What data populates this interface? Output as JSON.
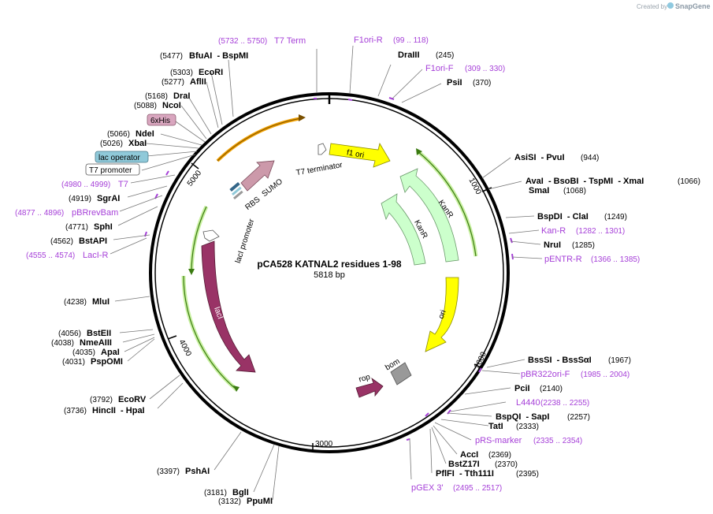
{
  "credit": {
    "created_by": "Created by",
    "brand": "SnapGene"
  },
  "plasmid": {
    "name": "pCA528 KATNAL2 residues 1-98",
    "size": "5818 bp",
    "length": 5818
  },
  "ticks": [
    "1000",
    "2000",
    "3000",
    "4000",
    "5000"
  ],
  "enzymes_right": [
    {
      "name": "DraIII",
      "pos": "(245)"
    },
    {
      "name": "PsiI",
      "pos": "(370)"
    },
    {
      "name": "AsiSI  - PvuI",
      "pos": "(944)"
    },
    {
      "name": "AvaI  - BsoBI  - TspMI  - XmaI",
      "pos": "(1066)"
    },
    {
      "name": "SmaI",
      "pos": "(1068)"
    },
    {
      "name": "BspDI  - ClaI",
      "pos": "(1249)"
    },
    {
      "name": "NruI",
      "pos": "(1285)"
    },
    {
      "name": "BssSI  - BssSαI",
      "pos": "(1967)"
    },
    {
      "name": "PciI",
      "pos": "(2140)"
    },
    {
      "name": "BspQI  - SapI",
      "pos": "(2257)"
    },
    {
      "name": "TatI",
      "pos": "(2333)"
    },
    {
      "name": "AccI",
      "pos": "(2369)"
    },
    {
      "name": "BstZ17I",
      "pos": "(2370)"
    },
    {
      "name": "PflFI  - Tth111I",
      "pos": "(2395)"
    }
  ],
  "enzymes_left": [
    {
      "name": "BfuAI  - BspMI",
      "pos": "(5477)"
    },
    {
      "name": "EcoRI",
      "pos": "(5303)"
    },
    {
      "name": "AflII",
      "pos": "(5277)"
    },
    {
      "name": "DraI",
      "pos": "(5168)"
    },
    {
      "name": "NcoI",
      "pos": "(5088)"
    },
    {
      "name": "NdeI",
      "pos": "(5066)"
    },
    {
      "name": "XbaI",
      "pos": "(5026)"
    },
    {
      "name": "SgrAI",
      "pos": "(4919)"
    },
    {
      "name": "SphI",
      "pos": "(4771)"
    },
    {
      "name": "BstAPI",
      "pos": "(4562)"
    },
    {
      "name": "MluI",
      "pos": "(4238)"
    },
    {
      "name": "BstEII",
      "pos": "(4056)"
    },
    {
      "name": "NmeAIII",
      "pos": "(4038)"
    },
    {
      "name": "ApaI",
      "pos": "(4035)"
    },
    {
      "name": "PspOMI",
      "pos": "(4031)"
    },
    {
      "name": "EcoRV",
      "pos": "(3792)"
    },
    {
      "name": "HincII  - HpaI",
      "pos": "(3736)"
    },
    {
      "name": "PshAI",
      "pos": "(3397)"
    },
    {
      "name": "BglI",
      "pos": "(3181)"
    },
    {
      "name": "PpuMI",
      "pos": "(3132)"
    }
  ],
  "primers": [
    {
      "name": "T7 Term",
      "pos": "(5732 .. 5750)"
    },
    {
      "name": "F1ori-R",
      "pos": "(99 .. 118)"
    },
    {
      "name": "F1ori-F",
      "pos": "(309 .. 330)"
    },
    {
      "name": "Kan-R",
      "pos": "(1282 .. 1301)"
    },
    {
      "name": "pENTR-R",
      "pos": "(1366 .. 1385)"
    },
    {
      "name": "pBR322ori-F",
      "pos": "(1985 .. 2004)"
    },
    {
      "name": "L4440",
      "pos": "(2238 .. 2255)"
    },
    {
      "name": "pRS-marker",
      "pos": "(2335 .. 2354)"
    },
    {
      "name": "pGEX 3'",
      "pos": "(2495 .. 2517)"
    },
    {
      "name": "T7",
      "pos": "(4980 .. 4999)"
    },
    {
      "name": "pBRrevBam",
      "pos": "(4877 .. 4896)"
    },
    {
      "name": "LacI-R",
      "pos": "(4555 .. 4574)"
    }
  ],
  "boxed": [
    {
      "name": "6xHis",
      "color": "#d9a6bf"
    },
    {
      "name": "lac operator",
      "color": "#8fc9d9"
    },
    {
      "name": "T7 promoter",
      "color": "#ffffff"
    }
  ],
  "features": {
    "f1_ori": "f1 ori",
    "t7_terminator": "T7 terminator",
    "kanr_1": "KanR",
    "kanr_2": "KanR",
    "ori": "ori",
    "bom": "bom",
    "rop": "rop",
    "laci": "lacI",
    "laci_promoter": "lacI promoter",
    "sumo": "SUMO",
    "rbs": "RBS"
  },
  "colors": {
    "f1_ori": "#ffff00",
    "kanr": "#ccffcc",
    "laci": "#993366",
    "rop": "#993366",
    "sumo": "#cc99aa",
    "bom": "#999999",
    "primer": "#a640d8",
    "orf_arc": "#f0a000",
    "green_arc": "#66bb22"
  }
}
